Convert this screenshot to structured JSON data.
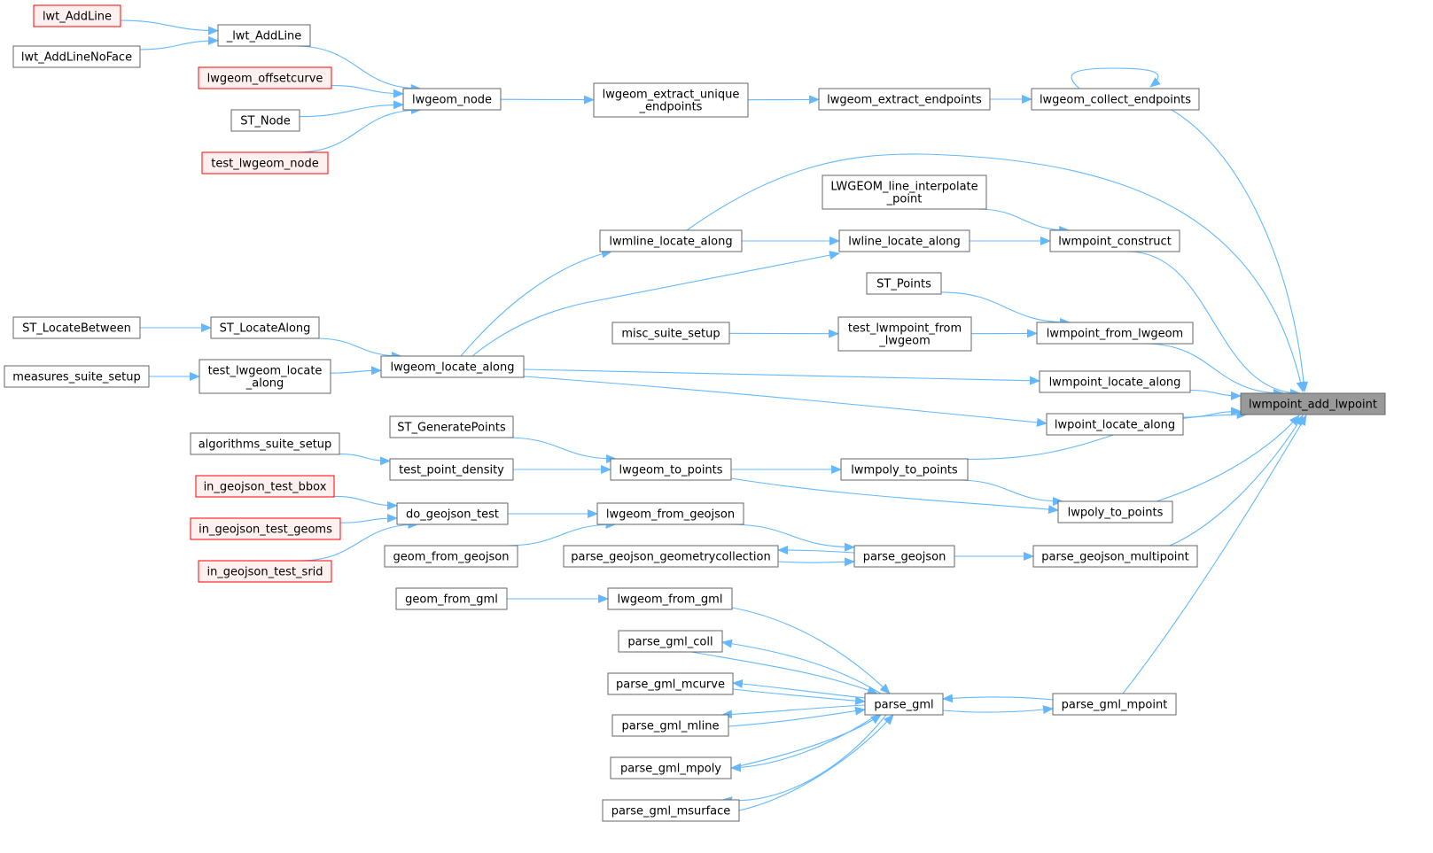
{
  "colors": {
    "edge": "#63b8ff",
    "node_fill": "#ffffff",
    "node_stroke": "#666666",
    "truncated_fill": "#fff0f0",
    "truncated_stroke": "#ff0000",
    "root_fill": "#999999",
    "root_stroke": "#666666"
  },
  "root": "lwmpoint_add_lwpoint",
  "nodes": [
    {
      "id": "lwmpoint_add_lwpoint",
      "lines": [
        "lwmpoint_add_lwpoint"
      ],
      "style": "root"
    },
    {
      "id": "lwgeom_collect_endpoints",
      "lines": [
        "lwgeom_collect_endpoints"
      ]
    },
    {
      "id": "lwgeom_extract_endpoints",
      "lines": [
        "lwgeom_extract_endpoints"
      ]
    },
    {
      "id": "lwgeom_extract_unique_endpoints",
      "lines": [
        "lwgeom_extract_unique",
        "_endpoints"
      ]
    },
    {
      "id": "lwgeom_node",
      "lines": [
        "lwgeom_node"
      ]
    },
    {
      "id": "_lwt_AddLine",
      "lines": [
        "_lwt_AddLine"
      ]
    },
    {
      "id": "lwt_AddLine",
      "lines": [
        "lwt_AddLine"
      ],
      "style": "truncated"
    },
    {
      "id": "lwt_AddLineNoFace",
      "lines": [
        "lwt_AddLineNoFace"
      ]
    },
    {
      "id": "lwgeom_offsetcurve",
      "lines": [
        "lwgeom_offsetcurve"
      ],
      "style": "truncated"
    },
    {
      "id": "ST_Node",
      "lines": [
        "ST_Node"
      ]
    },
    {
      "id": "test_lwgeom_node",
      "lines": [
        "test_lwgeom_node"
      ],
      "style": "truncated"
    },
    {
      "id": "LWGEOM_line_interpolate_point",
      "lines": [
        "LWGEOM_line_interpolate",
        "_point"
      ]
    },
    {
      "id": "lwmpoint_construct",
      "lines": [
        "lwmpoint_construct"
      ]
    },
    {
      "id": "lwline_locate_along",
      "lines": [
        "lwline_locate_along"
      ]
    },
    {
      "id": "lwmline_locate_along",
      "lines": [
        "lwmline_locate_along"
      ]
    },
    {
      "id": "ST_Points",
      "lines": [
        "ST_Points"
      ]
    },
    {
      "id": "lwmpoint_from_lwgeom",
      "lines": [
        "lwmpoint_from_lwgeom"
      ]
    },
    {
      "id": "test_lwmpoint_from_lwgeom",
      "lines": [
        "test_lwmpoint_from",
        "_lwgeom"
      ]
    },
    {
      "id": "misc_suite_setup",
      "lines": [
        "misc_suite_setup"
      ]
    },
    {
      "id": "ST_LocateBetween",
      "lines": [
        "ST_LocateBetween"
      ]
    },
    {
      "id": "ST_LocateAlong",
      "lines": [
        "ST_LocateAlong"
      ]
    },
    {
      "id": "lwgeom_locate_along",
      "lines": [
        "lwgeom_locate_along"
      ]
    },
    {
      "id": "measures_suite_setup",
      "lines": [
        "measures_suite_setup"
      ]
    },
    {
      "id": "test_lwgeom_locate_along",
      "lines": [
        "test_lwgeom_locate",
        "_along"
      ]
    },
    {
      "id": "lwmpoint_locate_along",
      "lines": [
        "lwmpoint_locate_along"
      ]
    },
    {
      "id": "lwpoint_locate_along",
      "lines": [
        "lwpoint_locate_along"
      ]
    },
    {
      "id": "ST_GeneratePoints",
      "lines": [
        "ST_GeneratePoints"
      ]
    },
    {
      "id": "algorithms_suite_setup",
      "lines": [
        "algorithms_suite_setup"
      ]
    },
    {
      "id": "test_point_density",
      "lines": [
        "test_point_density"
      ]
    },
    {
      "id": "lwgeom_to_points",
      "lines": [
        "lwgeom_to_points"
      ]
    },
    {
      "id": "lwmpoly_to_points",
      "lines": [
        "lwmpoly_to_points"
      ]
    },
    {
      "id": "lwpoly_to_points",
      "lines": [
        "lwpoly_to_points"
      ]
    },
    {
      "id": "in_geojson_test_bbox",
      "lines": [
        "in_geojson_test_bbox"
      ],
      "style": "truncated"
    },
    {
      "id": "in_geojson_test_geoms",
      "lines": [
        "in_geojson_test_geoms"
      ],
      "style": "truncated"
    },
    {
      "id": "in_geojson_test_srid",
      "lines": [
        "in_geojson_test_srid"
      ],
      "style": "truncated"
    },
    {
      "id": "do_geojson_test",
      "lines": [
        "do_geojson_test"
      ]
    },
    {
      "id": "lwgeom_from_geojson",
      "lines": [
        "lwgeom_from_geojson"
      ]
    },
    {
      "id": "geom_from_geojson",
      "lines": [
        "geom_from_geojson"
      ]
    },
    {
      "id": "parse_geojson_geometrycollection",
      "lines": [
        "parse_geojson_geometrycollection"
      ]
    },
    {
      "id": "parse_geojson",
      "lines": [
        "parse_geojson"
      ]
    },
    {
      "id": "parse_geojson_multipoint",
      "lines": [
        "parse_geojson_multipoint"
      ]
    },
    {
      "id": "geom_from_gml",
      "lines": [
        "geom_from_gml"
      ]
    },
    {
      "id": "lwgeom_from_gml",
      "lines": [
        "lwgeom_from_gml"
      ]
    },
    {
      "id": "parse_gml_coll",
      "lines": [
        "parse_gml_coll"
      ]
    },
    {
      "id": "parse_gml_mcurve",
      "lines": [
        "parse_gml_mcurve"
      ]
    },
    {
      "id": "parse_gml",
      "lines": [
        "parse_gml"
      ]
    },
    {
      "id": "parse_gml_mpoint",
      "lines": [
        "parse_gml_mpoint"
      ]
    },
    {
      "id": "parse_gml_mline",
      "lines": [
        "parse_gml_mline"
      ]
    },
    {
      "id": "parse_gml_mpoly",
      "lines": [
        "parse_gml_mpoly"
      ]
    },
    {
      "id": "parse_gml_msurface",
      "lines": [
        "parse_gml_msurface"
      ]
    }
  ],
  "edges": [
    {
      "from": "lwgeom_collect_endpoints",
      "to": "lwmpoint_add_lwpoint"
    },
    {
      "from": "lwgeom_collect_endpoints",
      "to": "lwgeom_collect_endpoints"
    },
    {
      "from": "lwgeom_extract_endpoints",
      "to": "lwgeom_collect_endpoints"
    },
    {
      "from": "lwgeom_extract_unique_endpoints",
      "to": "lwgeom_extract_endpoints"
    },
    {
      "from": "lwgeom_node",
      "to": "lwgeom_extract_unique_endpoints"
    },
    {
      "from": "_lwt_AddLine",
      "to": "lwgeom_node"
    },
    {
      "from": "lwt_AddLine",
      "to": "_lwt_AddLine"
    },
    {
      "from": "lwt_AddLineNoFace",
      "to": "_lwt_AddLine"
    },
    {
      "from": "lwgeom_offsetcurve",
      "to": "lwgeom_node"
    },
    {
      "from": "ST_Node",
      "to": "lwgeom_node"
    },
    {
      "from": "test_lwgeom_node",
      "to": "lwgeom_node"
    },
    {
      "from": "lwmline_locate_along",
      "to": "lwmpoint_add_lwpoint"
    },
    {
      "from": "LWGEOM_line_interpolate_point",
      "to": "lwmpoint_construct"
    },
    {
      "from": "lwmpoint_construct",
      "to": "lwmpoint_add_lwpoint"
    },
    {
      "from": "lwline_locate_along",
      "to": "lwmpoint_construct"
    },
    {
      "from": "lwmline_locate_along",
      "to": "lwline_locate_along"
    },
    {
      "from": "lwgeom_locate_along",
      "to": "lwmline_locate_along"
    },
    {
      "from": "lwgeom_locate_along",
      "to": "lwline_locate_along"
    },
    {
      "from": "ST_Points",
      "to": "lwmpoint_from_lwgeom"
    },
    {
      "from": "lwmpoint_from_lwgeom",
      "to": "lwmpoint_add_lwpoint"
    },
    {
      "from": "test_lwmpoint_from_lwgeom",
      "to": "lwmpoint_from_lwgeom"
    },
    {
      "from": "misc_suite_setup",
      "to": "test_lwmpoint_from_lwgeom"
    },
    {
      "from": "ST_LocateBetween",
      "to": "ST_LocateAlong"
    },
    {
      "from": "ST_LocateAlong",
      "to": "lwgeom_locate_along"
    },
    {
      "from": "measures_suite_setup",
      "to": "test_lwgeom_locate_along"
    },
    {
      "from": "test_lwgeom_locate_along",
      "to": "lwgeom_locate_along"
    },
    {
      "from": "lwgeom_locate_along",
      "to": "lwmpoint_locate_along"
    },
    {
      "from": "lwgeom_locate_along",
      "to": "lwpoint_locate_along"
    },
    {
      "from": "lwmpoint_locate_along",
      "to": "lwmpoint_add_lwpoint"
    },
    {
      "from": "lwpoint_locate_along",
      "to": "lwmpoint_add_lwpoint"
    },
    {
      "from": "ST_GeneratePoints",
      "to": "lwgeom_to_points"
    },
    {
      "from": "algorithms_suite_setup",
      "to": "test_point_density"
    },
    {
      "from": "test_point_density",
      "to": "lwgeom_to_points"
    },
    {
      "from": "lwgeom_to_points",
      "to": "lwmpoly_to_points"
    },
    {
      "from": "lwgeom_to_points",
      "to": "lwpoly_to_points"
    },
    {
      "from": "lwmpoly_to_points",
      "to": "lwmpoint_add_lwpoint"
    },
    {
      "from": "lwmpoly_to_points",
      "to": "lwpoly_to_points"
    },
    {
      "from": "lwpoly_to_points",
      "to": "lwmpoint_add_lwpoint"
    },
    {
      "from": "in_geojson_test_bbox",
      "to": "do_geojson_test"
    },
    {
      "from": "in_geojson_test_geoms",
      "to": "do_geojson_test"
    },
    {
      "from": "in_geojson_test_srid",
      "to": "do_geojson_test"
    },
    {
      "from": "do_geojson_test",
      "to": "lwgeom_from_geojson"
    },
    {
      "from": "geom_from_geojson",
      "to": "lwgeom_from_geojson"
    },
    {
      "from": "lwgeom_from_geojson",
      "to": "parse_geojson"
    },
    {
      "from": "parse_geojson",
      "to": "parse_geojson_geometrycollection"
    },
    {
      "from": "parse_geojson_geometrycollection",
      "to": "parse_geojson"
    },
    {
      "from": "parse_geojson",
      "to": "parse_geojson_multipoint"
    },
    {
      "from": "parse_geojson_multipoint",
      "to": "lwmpoint_add_lwpoint"
    },
    {
      "from": "geom_from_gml",
      "to": "lwgeom_from_gml"
    },
    {
      "from": "lwgeom_from_gml",
      "to": "parse_gml"
    },
    {
      "from": "parse_gml",
      "to": "parse_gml_coll"
    },
    {
      "from": "parse_gml_coll",
      "to": "parse_gml"
    },
    {
      "from": "parse_gml",
      "to": "parse_gml_mcurve"
    },
    {
      "from": "parse_gml_mcurve",
      "to": "parse_gml"
    },
    {
      "from": "parse_gml",
      "to": "parse_gml_mline"
    },
    {
      "from": "parse_gml_mline",
      "to": "parse_gml"
    },
    {
      "from": "parse_gml",
      "to": "parse_gml_mpoly"
    },
    {
      "from": "parse_gml_mpoly",
      "to": "parse_gml"
    },
    {
      "from": "parse_gml",
      "to": "parse_gml_msurface"
    },
    {
      "from": "parse_gml_msurface",
      "to": "parse_gml"
    },
    {
      "from": "parse_gml",
      "to": "parse_gml_mpoint"
    },
    {
      "from": "parse_gml_mpoint",
      "to": "parse_gml"
    },
    {
      "from": "parse_gml_mpoint",
      "to": "lwmpoint_add_lwpoint"
    }
  ]
}
